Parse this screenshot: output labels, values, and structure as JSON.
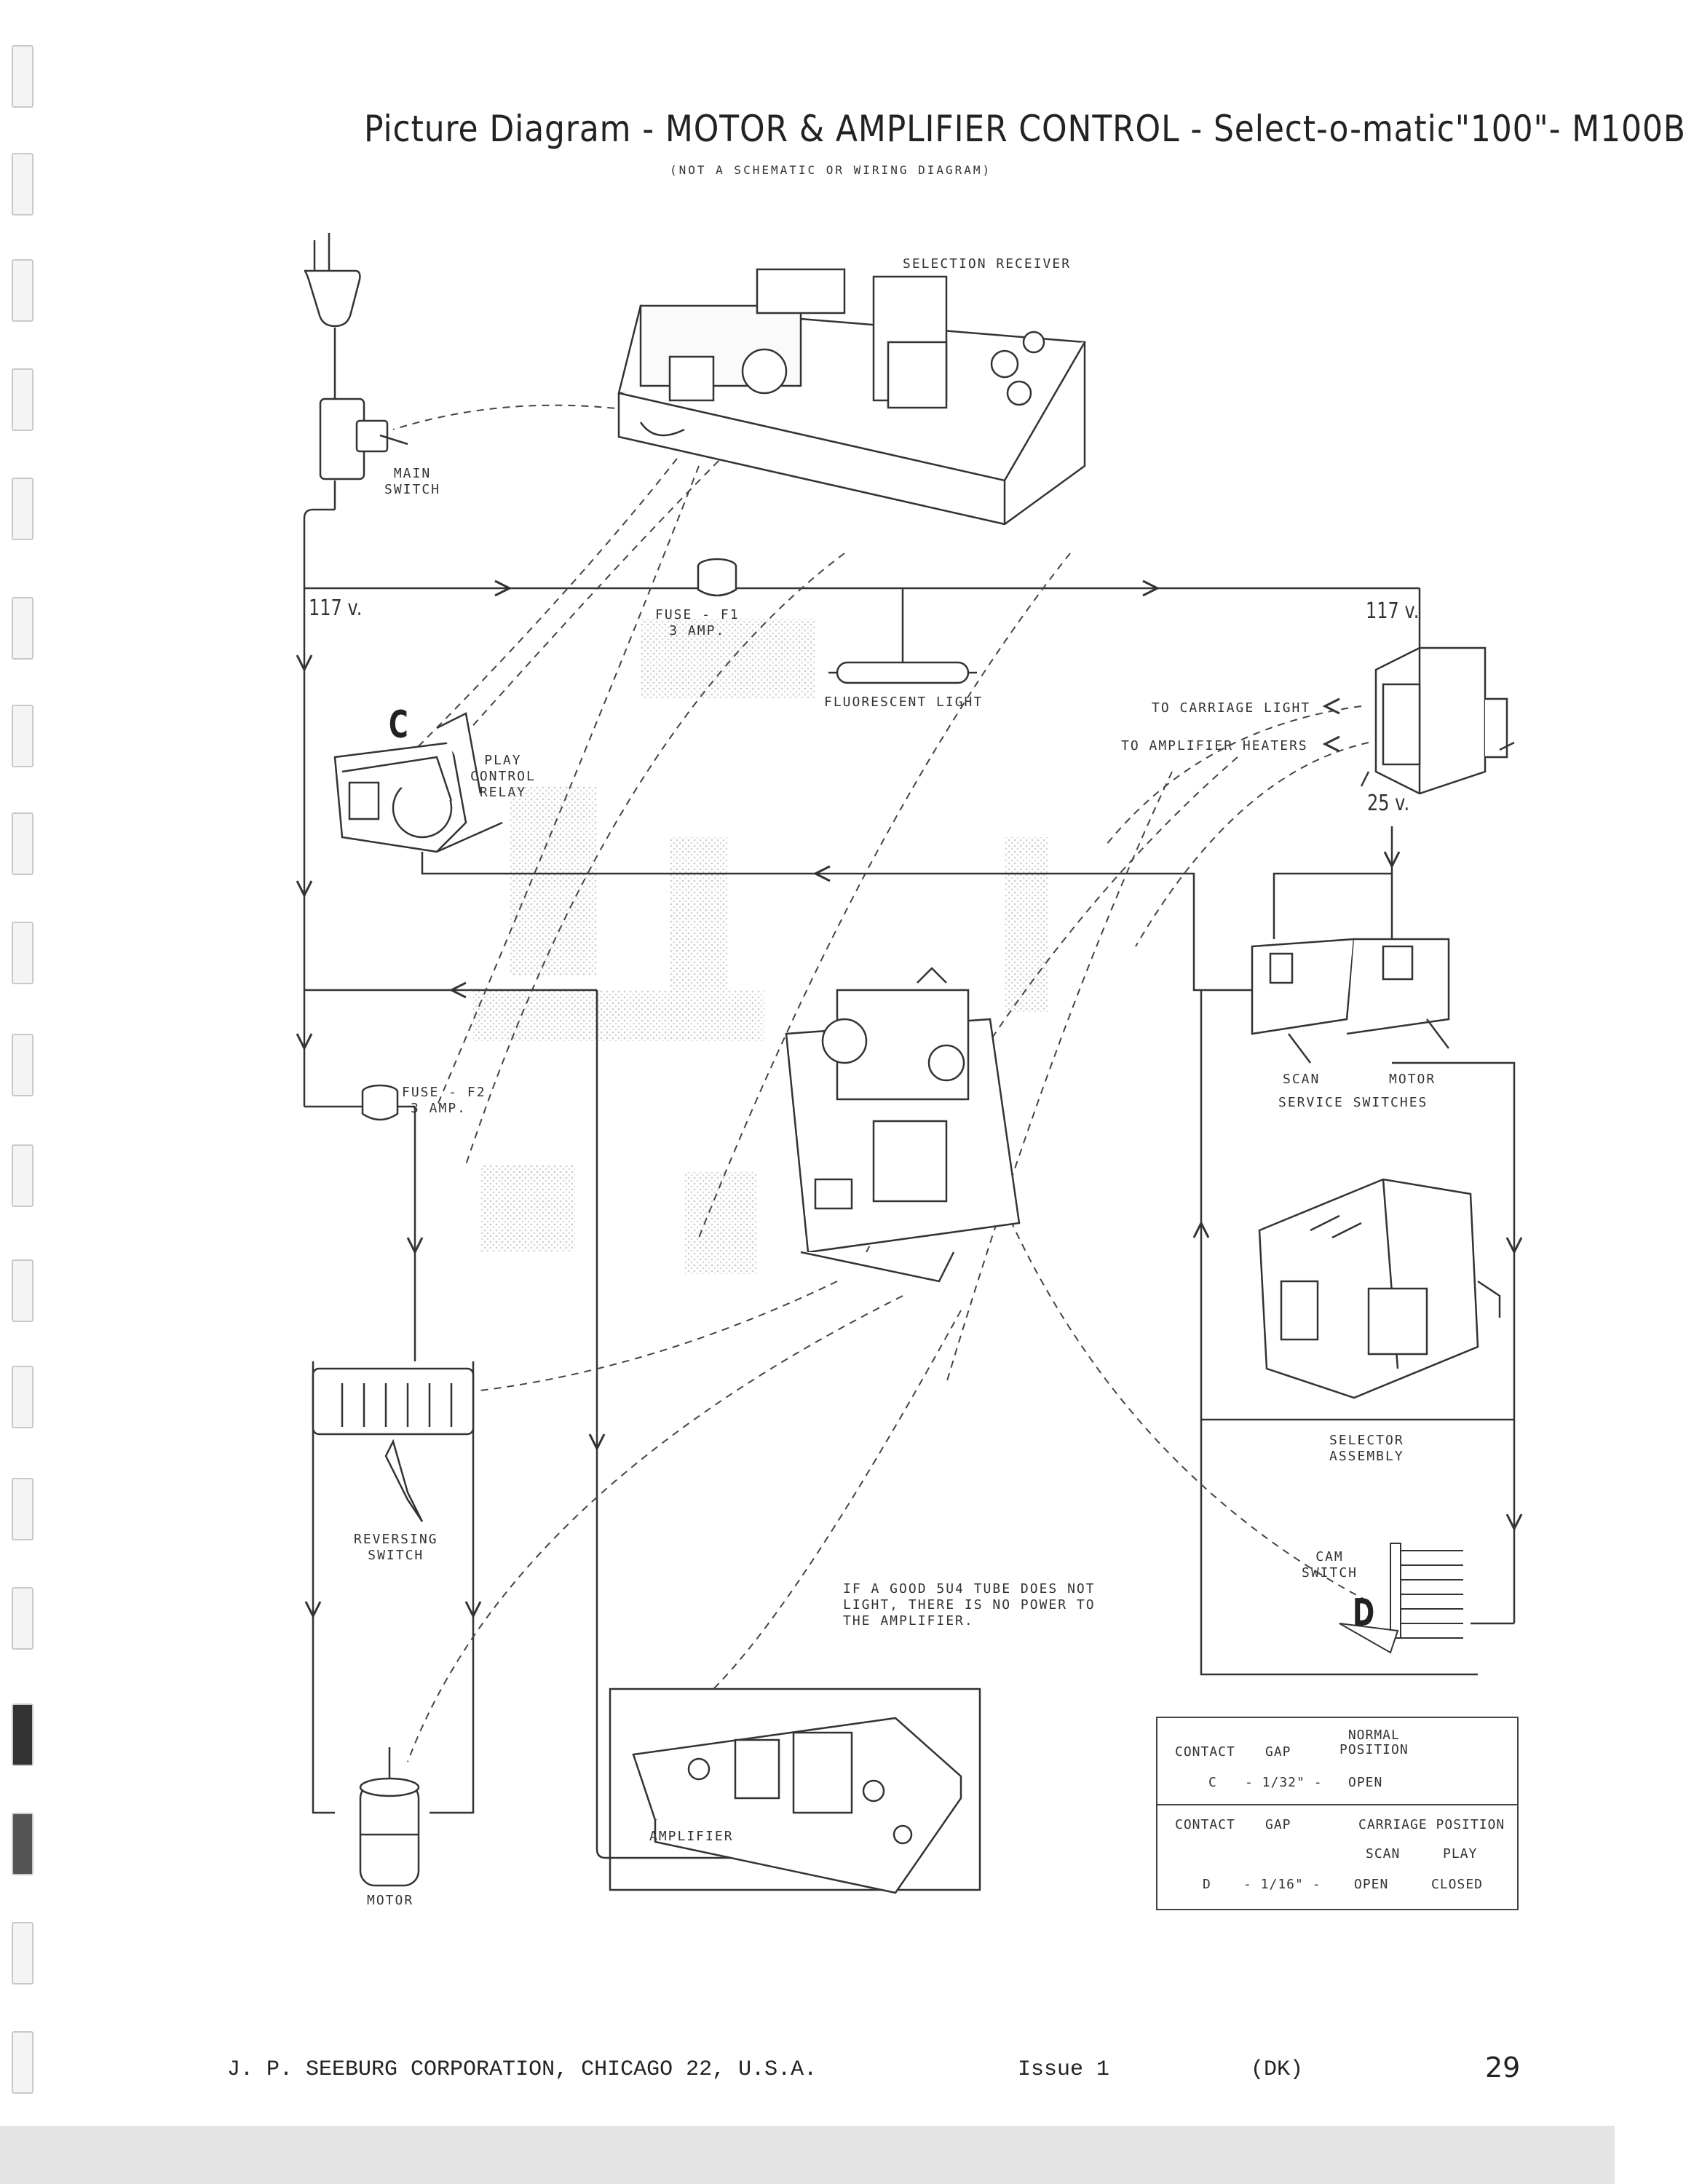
{
  "header": {
    "title": "Picture Diagram - MOTOR & AMPLIFIER CONTROL - Select-o-matic\"100\"- M100B",
    "subtitle": "(NOT A SCHEMATIC OR WIRING DIAGRAM)"
  },
  "components": {
    "selection_receiver": "SELECTION RECEIVER",
    "main_switch": [
      "MAIN",
      "SWITCH"
    ],
    "fuse_f1": [
      "FUSE - F1",
      "3 AMP."
    ],
    "fluorescent_light": "FLUORESCENT LIGHT",
    "to_carriage_light": "TO CARRIAGE LIGHT",
    "to_amplifier_heaters": "TO AMPLIFIER HEATERS",
    "play_control_relay": [
      "PLAY",
      "CONTROL",
      "RELAY"
    ],
    "contact_c": "C",
    "fuse_f2": [
      "FUSE - F2",
      "3 AMP."
    ],
    "scan_label": "SCAN",
    "motor_label": "MOTOR",
    "service_switches": "SERVICE SWITCHES",
    "selector_assembly": [
      "SELECTOR",
      "ASSEMBLY"
    ],
    "reversing_switch": [
      "REVERSING",
      "SWITCH"
    ],
    "cam_switch": [
      "CAM",
      "SWITCH"
    ],
    "contact_d": "D",
    "tube_note": [
      "IF A GOOD 5U4 TUBE DOES NOT",
      "LIGHT, THERE IS NO POWER TO",
      "THE AMPLIFIER."
    ],
    "amplifier": "AMPLIFIER",
    "motor": "MOTOR"
  },
  "voltages": {
    "left_117": "117 v.",
    "right_117": "117 v.",
    "v25": "25 v."
  },
  "contact_table": {
    "normal_position_header": [
      "NORMAL",
      "POSITION"
    ],
    "contact_header": "CONTACT",
    "gap_header": "GAP",
    "row_c": {
      "contact": "C",
      "gap": "- 1/32\" -",
      "position": "OPEN"
    },
    "carriage_position_header": "CARRIAGE POSITION",
    "scan_header": "SCAN",
    "play_header": "PLAY",
    "row_d": {
      "contact": "D",
      "gap": "- 1/16\" -",
      "scan": "OPEN",
      "play": "CLOSED"
    }
  },
  "footer": {
    "company": "J. P. SEEBURG CORPORATION, CHICAGO 22, U.S.A.",
    "issue": "Issue 1",
    "code": "(DK)",
    "page": "29"
  }
}
